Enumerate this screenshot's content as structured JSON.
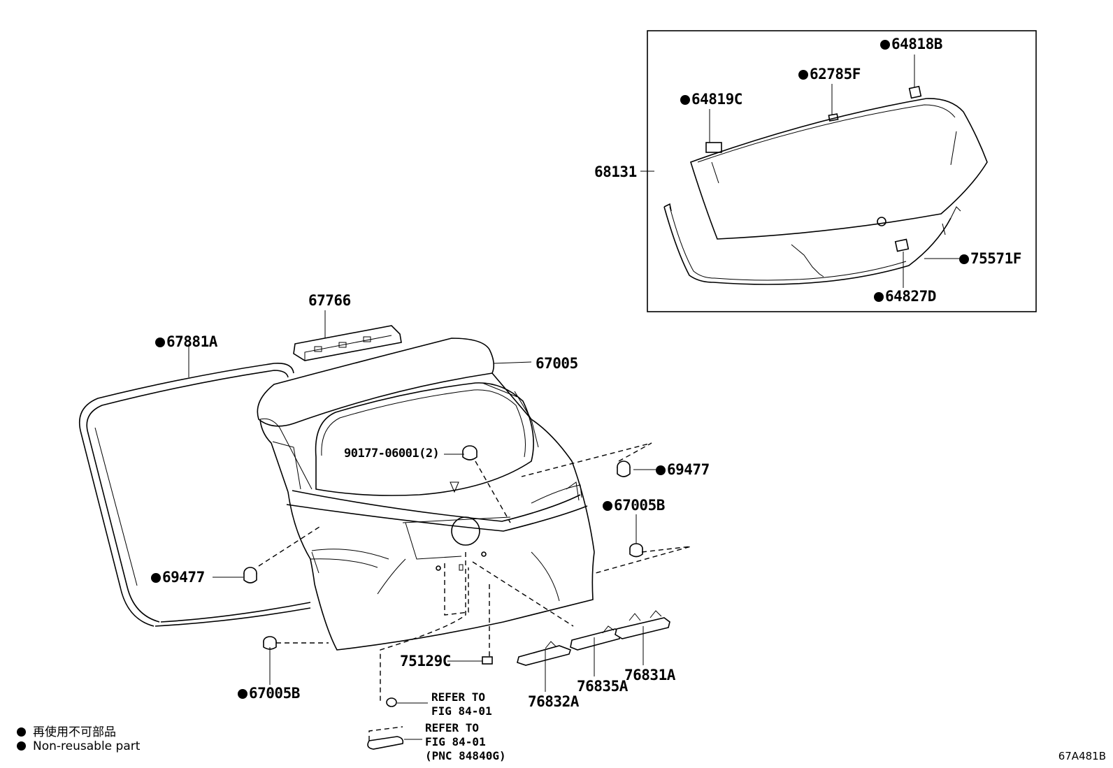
{
  "parts": {
    "p64818B": "64818B",
    "p62785F": "62785F",
    "p64819C": "64819C",
    "p68131": "68131",
    "p75571F": "75571F",
    "p64827D": "64827D",
    "p67766": "67766",
    "p67881A": "67881A",
    "p67005": "67005",
    "p90177": "90177-06001(2)",
    "p69477_right": "69477",
    "p67005B_right": "67005B",
    "p69477_left": "69477",
    "p67005B_left": "67005B",
    "p75129C": "75129C",
    "p76832A": "76832A",
    "p76835A": "76835A",
    "p76831A": "76831A"
  },
  "references": {
    "ref1_line1": "REFER TO",
    "ref1_line2": "FIG 84-01",
    "ref2_line1": "REFER TO",
    "ref2_line2": "FIG 84-01",
    "ref2_line3": "(PNC 84840G)"
  },
  "legend": {
    "jp": "再使用不可部品",
    "en": "Non-reusable part"
  },
  "figure_code": "67A481B",
  "icons": {
    "non_reusable": "filled-circle-icon"
  }
}
